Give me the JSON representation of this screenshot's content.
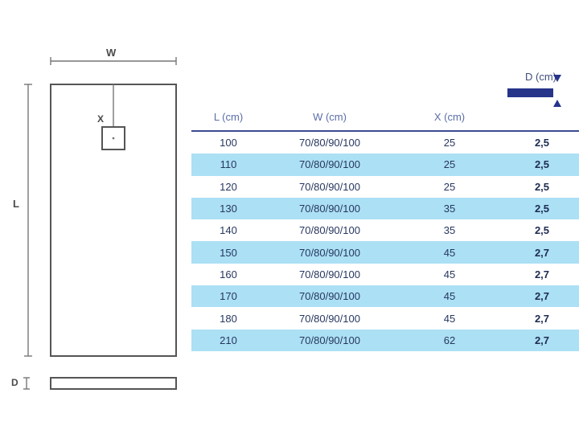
{
  "drawing": {
    "width_label": "W",
    "length_label": "L",
    "drain_offset_label": "X",
    "depth_label": "D",
    "tray_shape_name": "shower-tray-plan-view",
    "profile_shape_name": "shower-tray-side-profile",
    "line_color": "#555555"
  },
  "thickness_key": {
    "caption": "D (cm)",
    "bar_color": "#26348a"
  },
  "table": {
    "headers": [
      "L (cm)",
      "W (cm)",
      "X (cm)",
      "D (cm)"
    ],
    "header_color": "#5b6ea8",
    "stripe_color": "#ace0f5",
    "rows": [
      [
        "100",
        "70/80/90/100",
        "25",
        "2,5"
      ],
      [
        "110",
        "70/80/90/100",
        "25",
        "2,5"
      ],
      [
        "120",
        "70/80/90/100",
        "25",
        "2,5"
      ],
      [
        "130",
        "70/80/90/100",
        "35",
        "2,5"
      ],
      [
        "140",
        "70/80/90/100",
        "35",
        "2,5"
      ],
      [
        "150",
        "70/80/90/100",
        "45",
        "2,7"
      ],
      [
        "160",
        "70/80/90/100",
        "45",
        "2,7"
      ],
      [
        "170",
        "70/80/90/100",
        "45",
        "2,7"
      ],
      [
        "180",
        "70/80/90/100",
        "45",
        "2,7"
      ],
      [
        "210",
        "70/80/90/100",
        "62",
        "2,7"
      ]
    ]
  }
}
